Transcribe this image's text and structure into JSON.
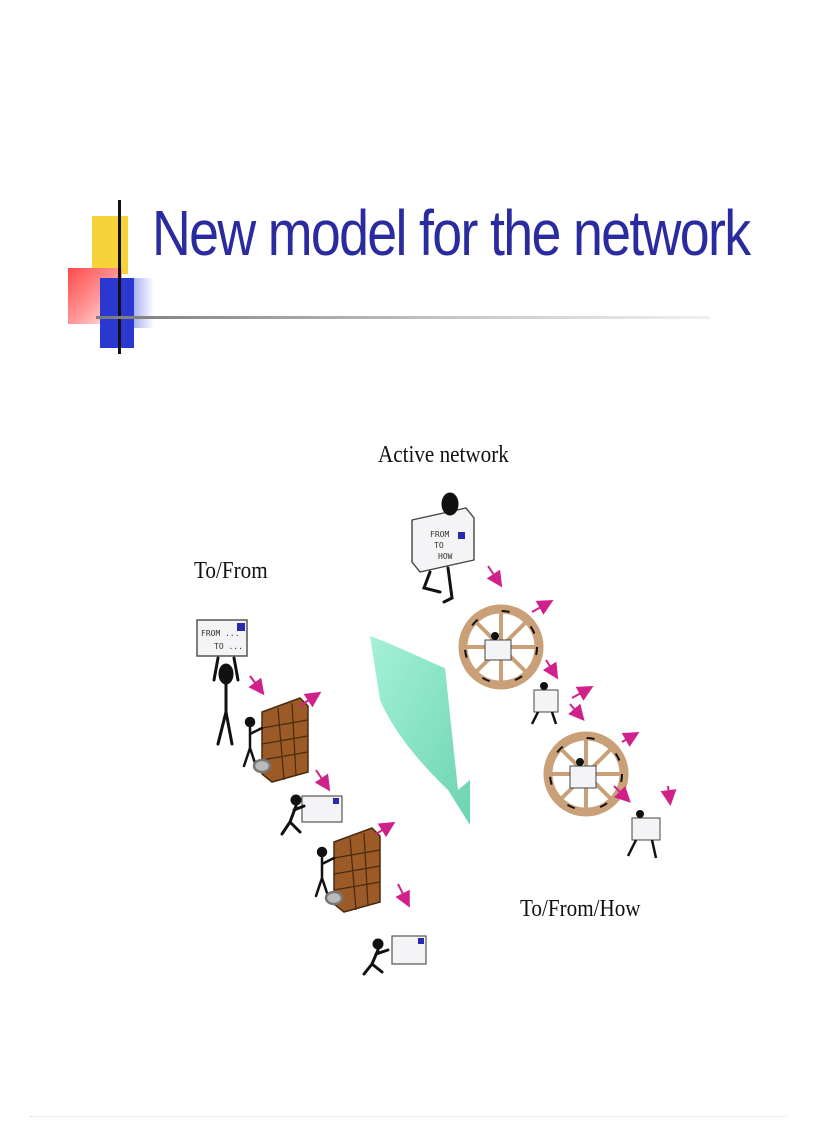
{
  "slide": {
    "title": "New model for the network"
  },
  "diagram": {
    "label_active": "Active network",
    "label_tofrom": "To/From",
    "label_tofromhow": "To/From/How",
    "envelope_from": "FROM ...",
    "envelope_to": "TO ...",
    "box_from": "FROM",
    "box_to": "TO",
    "box_how": "HOW",
    "colors": {
      "title": "#2b2ba0",
      "arrows": "#d0208a",
      "shelves": "#9b5a26",
      "wheels": "#c9a078",
      "big_arrow": "#7fe3c0"
    }
  }
}
